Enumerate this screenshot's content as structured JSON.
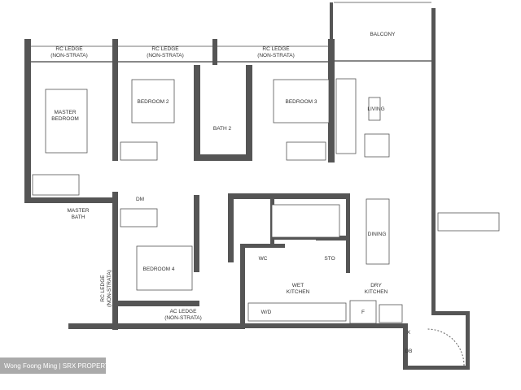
{
  "rooms": {
    "rc_ledge_1": [
      "RC LEDGE",
      "(NON-STRATA)"
    ],
    "rc_ledge_2": [
      "RC LEDGE",
      "(NON-STRATA)"
    ],
    "rc_ledge_3": [
      "RC LEDGE",
      "(NON-STRATA)"
    ],
    "balcony": "BALCONY",
    "master_bedroom": [
      "MASTER",
      "BEDROOM"
    ],
    "bedroom_2": "BEDROOM 2",
    "bath_2": "BATH 2",
    "bedroom_3": "BEDROOM 3",
    "living": "LIVING",
    "master_bath": [
      "MASTER",
      "BATH"
    ],
    "dm": "DM",
    "bedroom_4": "BEDROOM 4",
    "rc_ledge_side": [
      "RC LEDGE",
      "(NON-STRATA)"
    ],
    "ac_ledge": [
      "AC LEDGE",
      "(NON-STRATA)"
    ],
    "wc": "WC",
    "sto": "STO",
    "dining": "DINING",
    "wet_kitchen": [
      "WET",
      "KITCHEN"
    ],
    "dry_kitchen": [
      "DRY",
      "KITCHEN"
    ],
    "wd": "W/D",
    "fridge": "F",
    "x": "X",
    "db": "DB"
  },
  "watermark": "Wong Foong Ming | SRX PROPERTY"
}
